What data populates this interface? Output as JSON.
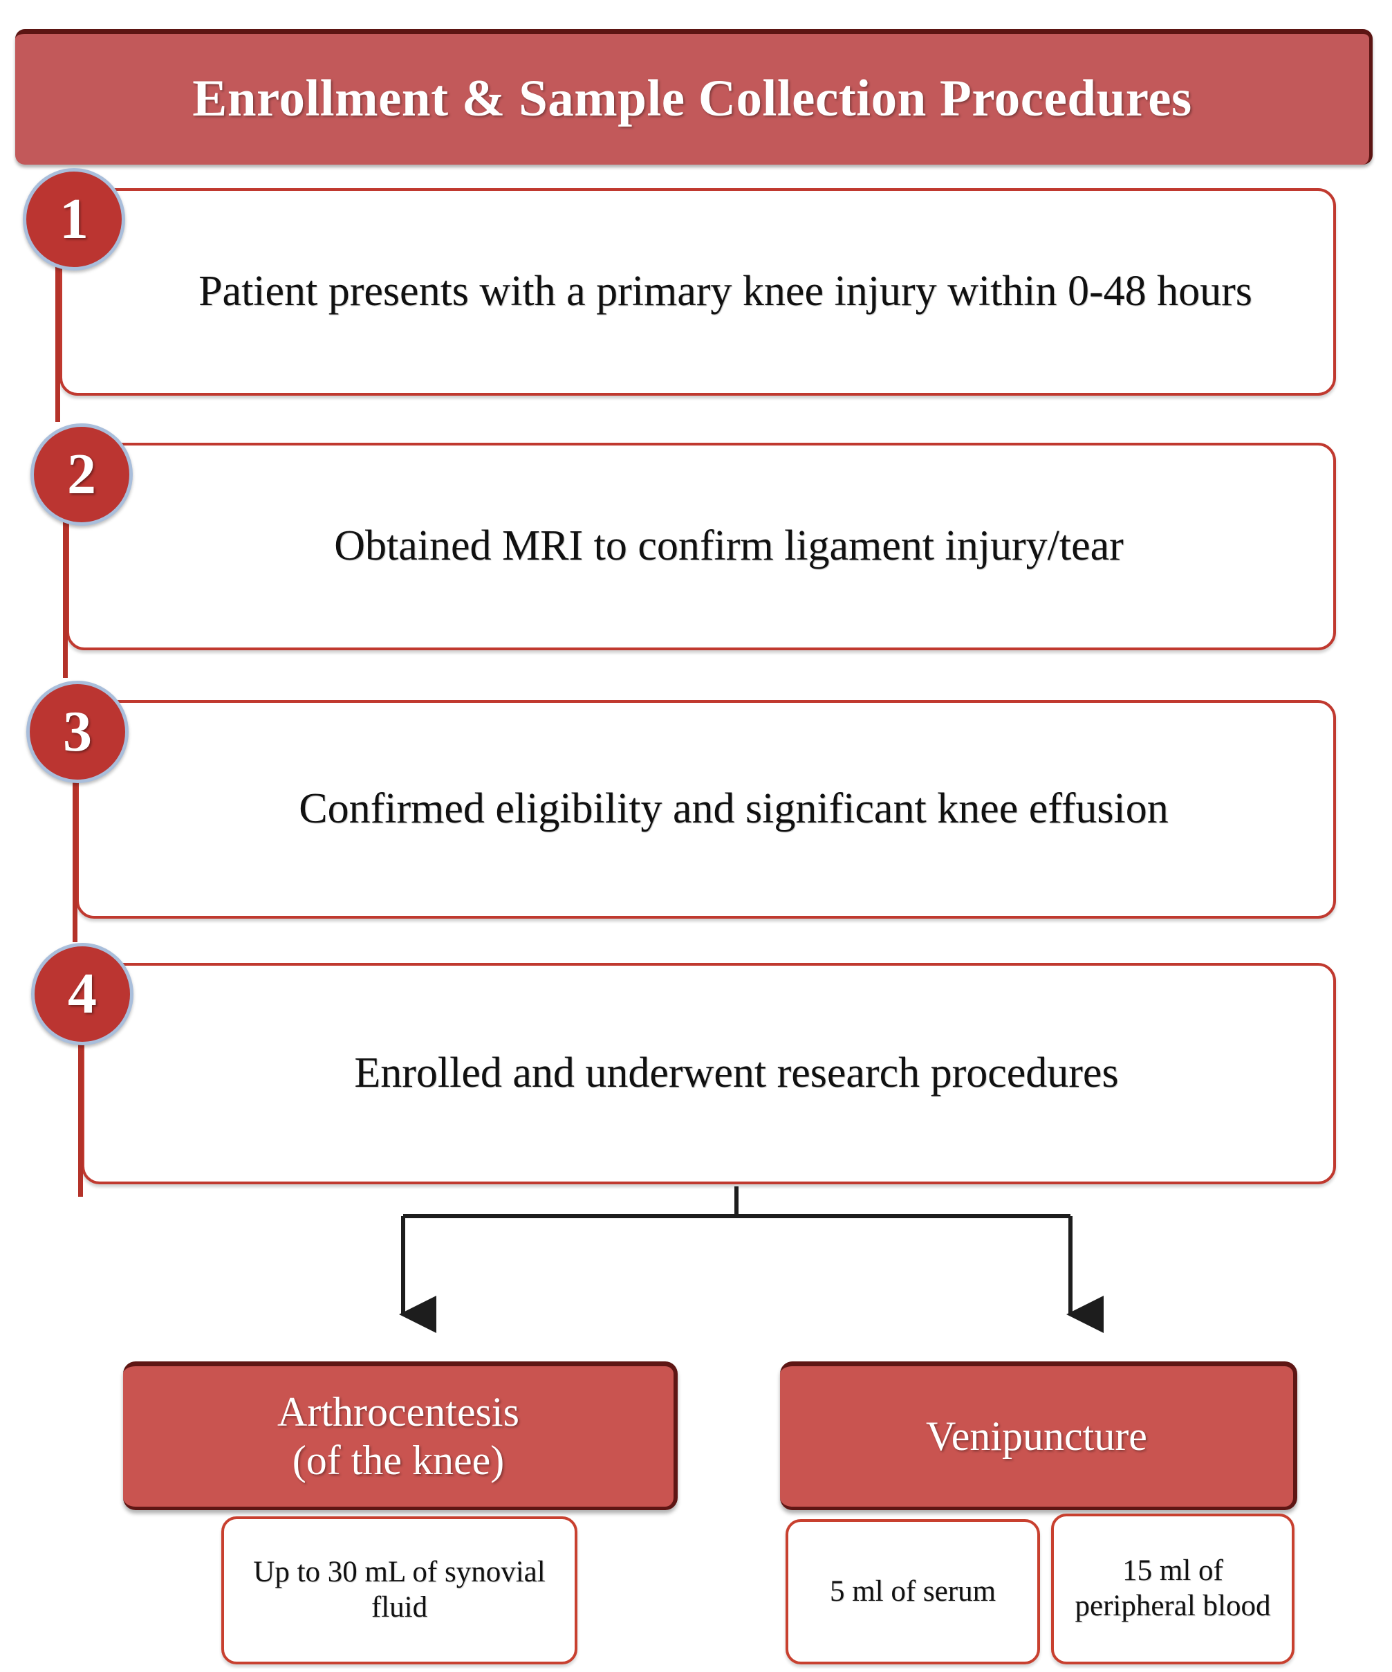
{
  "header": {
    "title": "Enrollment & Sample Collection Procedures"
  },
  "steps": [
    {
      "number": "1",
      "text": "Patient presents with a primary knee injury within 0-48 hours"
    },
    {
      "number": "2",
      "text": "Obtained MRI to confirm ligament injury/tear"
    },
    {
      "number": "3",
      "text": "Confirmed eligibility and significant knee effusion"
    },
    {
      "number": "4",
      "text": "Enrolled and underwent research procedures"
    }
  ],
  "procedures": [
    {
      "label": "Arthrocentesis\n(of the knee)"
    },
    {
      "label": "Venipuncture"
    }
  ],
  "samples": [
    {
      "label": "Up to 30 mL of synovial fluid"
    },
    {
      "label": "5 ml of serum"
    },
    {
      "label": "15 ml of peripheral blood"
    }
  ],
  "colors": {
    "header_fill": "#c2595a",
    "header_edge": "#5c1513",
    "circle_fill": "#bb3531",
    "circle_ring": "#a9bedb",
    "box_border": "#c0392f",
    "procedure_fill": "#c95450",
    "leaf_border": "#c8402f",
    "arrow": "#1d1d1d",
    "text_dark": "#101010",
    "text_light": "#ffffff"
  },
  "icons": {
    "branch_arrow": "down-arrow-icon"
  }
}
